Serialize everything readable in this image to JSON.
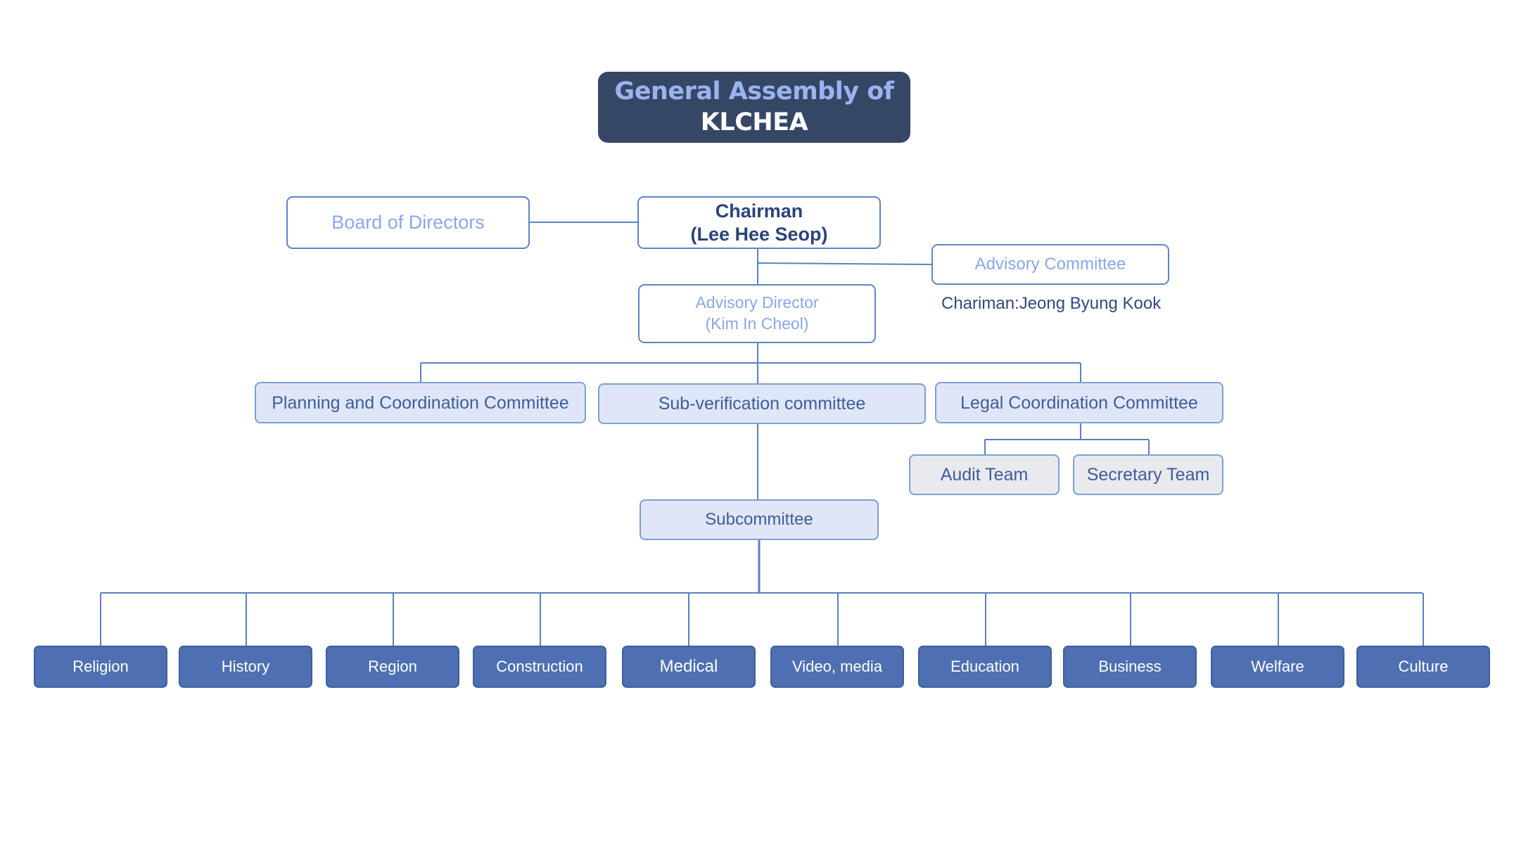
{
  "assembly": {
    "line1": "General Assembly of",
    "line2": "KLCHEA"
  },
  "board": {
    "label": "Board of Directors"
  },
  "chairman": {
    "line1": "Chairman",
    "line2": "(Lee Hee Seop)"
  },
  "advisory_committee": {
    "label": "Advisory Committee",
    "caption": "Chariman:Jeong Byung Kook"
  },
  "advisory_director": {
    "line1": "Advisory Director",
    "line2": "(Kim In Cheol)"
  },
  "committees": {
    "planning": "Planning and Coordination Committee",
    "subverification": "Sub-verification committee",
    "legal": "Legal Coordination Committee"
  },
  "teams": {
    "audit": "Audit Team",
    "secretary": "Secretary Team"
  },
  "subcommittee": {
    "label": "Subcommittee"
  },
  "departments": [
    "Religion",
    "History",
    "Region",
    "Construction",
    "Medical",
    "Video, media",
    "Education",
    "Business",
    "Welfare",
    "Culture"
  ]
}
